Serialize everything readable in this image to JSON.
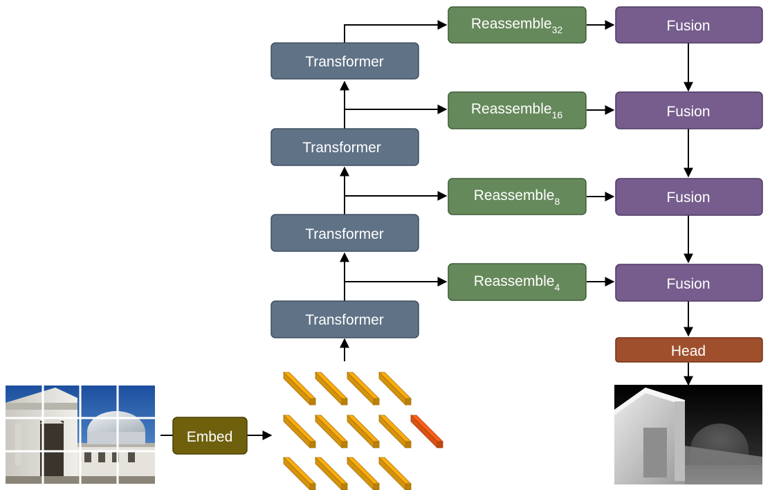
{
  "nodes": {
    "embed": "Embed",
    "head": "Head",
    "transformer": [
      "Transformer",
      "Transformer",
      "Transformer",
      "Transformer"
    ],
    "reassemble": [
      {
        "label": "Reassemble",
        "sub": "32"
      },
      {
        "label": "Reassemble",
        "sub": "16"
      },
      {
        "label": "Reassemble",
        "sub": "8"
      },
      {
        "label": "Reassemble",
        "sub": "4"
      }
    ],
    "fusion": [
      "Fusion",
      "Fusion",
      "Fusion",
      "Fusion"
    ]
  },
  "images": {
    "input": "input-photo-icon",
    "output": "depth-map-icon"
  },
  "colors": {
    "transformer": "#5f7286",
    "transformer_border": "#3d4e60",
    "reassemble": "#66895b",
    "reassemble_border": "#3e5c36",
    "fusion": "#765d8d",
    "fusion_border": "#4f3a63",
    "head": "#a04f2c",
    "head_border": "#6f3217",
    "embed": "#6e600d",
    "embed_border": "#4a4005",
    "token": "#e8a00e",
    "token_special": "#ec5a14"
  }
}
